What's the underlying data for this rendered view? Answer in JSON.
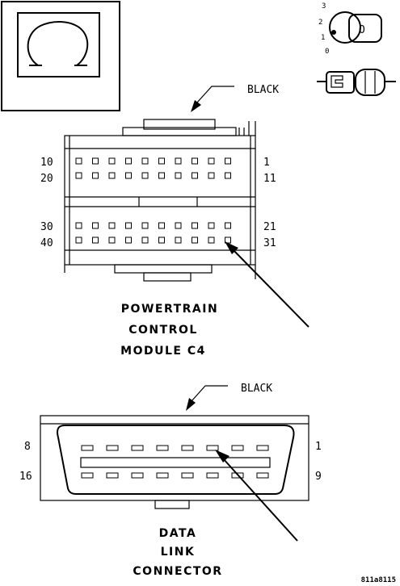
{
  "ohm_symbol": "Ω",
  "key_positions": [
    "3",
    "2",
    "1",
    "0"
  ],
  "key_letter": "O",
  "pcm": {
    "wire_color": "BLACK",
    "row_labels_left": [
      "10",
      "20",
      "30",
      "40"
    ],
    "row_labels_right": [
      "1",
      "11",
      "21",
      "31"
    ],
    "title_lines": [
      "POWERTRAIN",
      "CONTROL",
      "MODULE C4"
    ]
  },
  "dlc": {
    "wire_color": "BLACK",
    "row_labels_left": [
      "8",
      "16"
    ],
    "row_labels_right": [
      "1",
      "9"
    ],
    "title_lines": [
      "DATA",
      "LINK",
      "CONNECTOR"
    ]
  },
  "figure_id": "811a8115"
}
